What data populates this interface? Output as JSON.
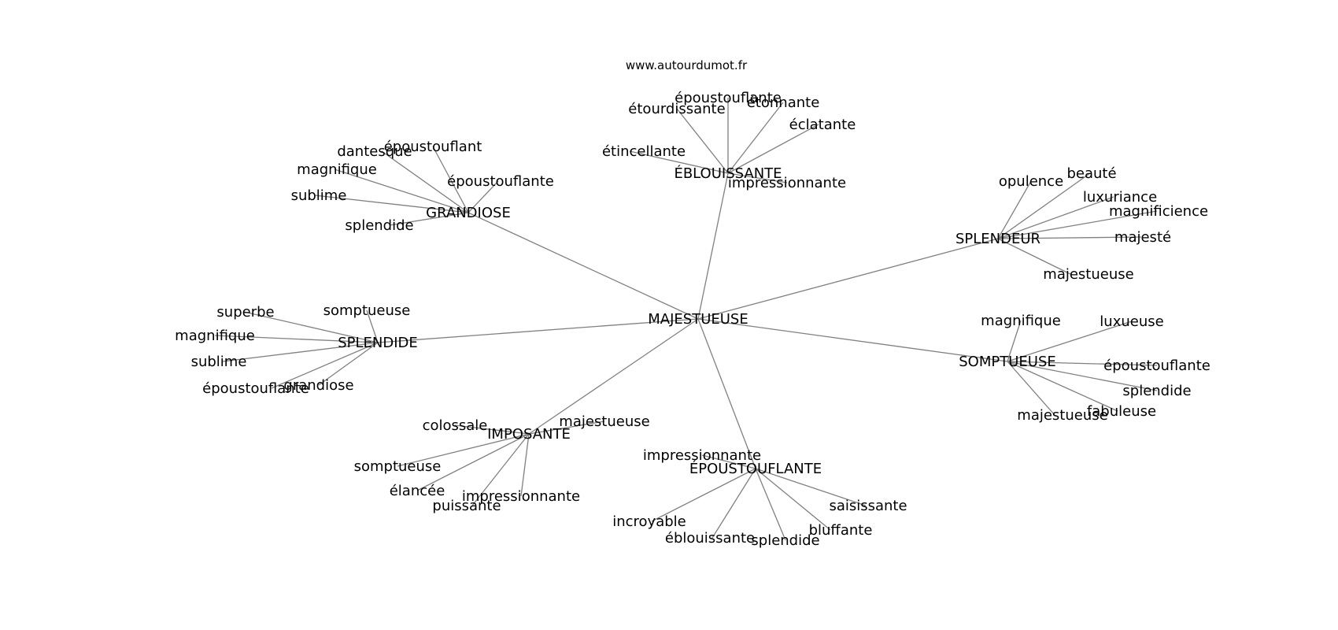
{
  "source": "www.autourdumot.fr",
  "colors": {
    "edge": "#808080",
    "text": "#000000",
    "background": "#ffffff"
  },
  "center": "MAJESTUEUSE",
  "clusters": [
    {
      "hub": "ÉBLOUISSANTE",
      "words": [
        "époustouflante",
        "étourdissante",
        "étonnante",
        "éclatante",
        "étincellante",
        "impressionnante"
      ]
    },
    {
      "hub": "GRANDIOSE",
      "words": [
        "dantesque",
        "époustouflant",
        "magnifique",
        "époustouflante",
        "sublime",
        "splendide"
      ]
    },
    {
      "hub": "SPLENDEUR",
      "words": [
        "opulence",
        "beauté",
        "luxuriance",
        "magnificience",
        "majesté",
        "majestueuse"
      ]
    },
    {
      "hub": "SPLENDIDE",
      "words": [
        "superbe",
        "somptueuse",
        "magnifique",
        "sublime",
        "époustouflante",
        "grandiose"
      ]
    },
    {
      "hub": "SOMPTUEUSE",
      "words": [
        "magnifique",
        "luxueuse",
        "époustouflante",
        "splendide",
        "majestueuse",
        "fabuleuse"
      ]
    },
    {
      "hub": "IMPOSANTE",
      "words": [
        "colossale",
        "majestueuse",
        "somptueuse",
        "élancée",
        "impressionnante",
        "puissante"
      ]
    },
    {
      "hub": "ÉPOUSTOUFLANTE",
      "words": [
        "impressionnante",
        "incroyable",
        "éblouissante",
        "splendide",
        "bluffante",
        "saisissante"
      ]
    }
  ]
}
